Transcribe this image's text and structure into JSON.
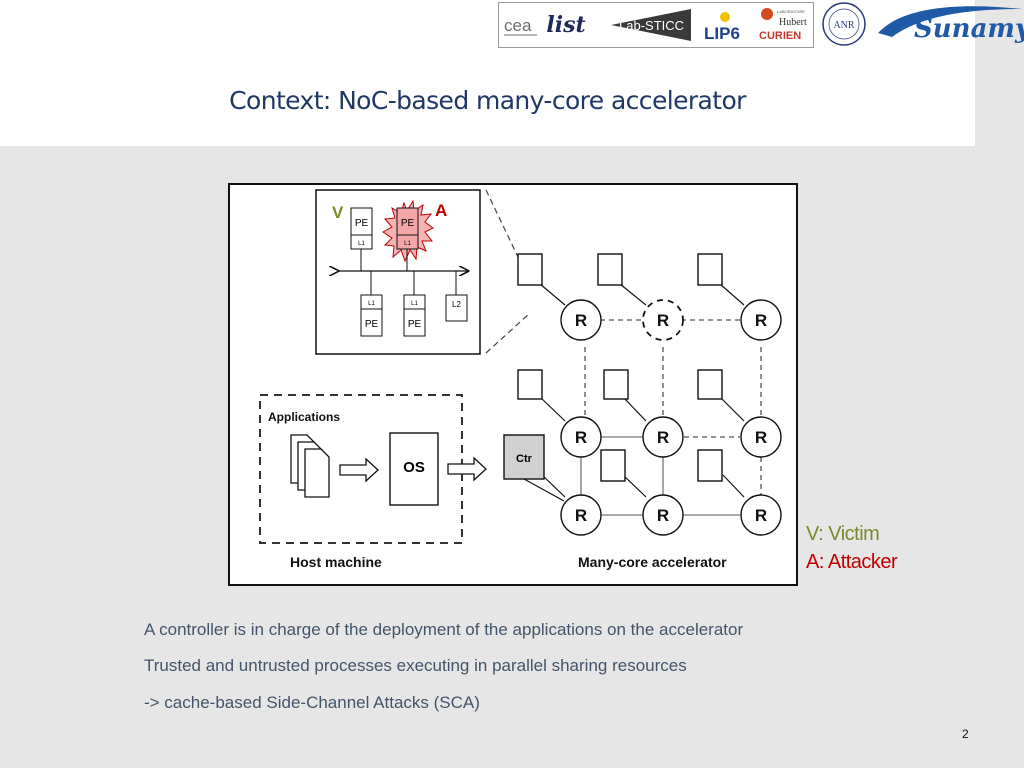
{
  "logos": {
    "cea": "cea",
    "list": "list",
    "labsticc": "Lab-STICC",
    "lip6": "LIP6",
    "curien_lab": "LABORATOIRE",
    "curien_hubert": "Hubert",
    "curien_name": "CURIEN",
    "anr": "ANR",
    "sunamy": "Sunamy"
  },
  "slide": {
    "title": "Context: NoC-based many-core accelerator",
    "bullets": [
      "A controller  is in charge of the deployment of the applications on the accelerator",
      "Trusted and untrusted processes executing in parallel sharing resources",
      "-> cache-based Side-Channel Attacks (SCA)"
    ],
    "page_number": "2"
  },
  "legend": {
    "victim": "V: Victim",
    "attacker": "A: Attacker"
  },
  "diagram": {
    "victim_tag": "V",
    "attacker_tag": "A",
    "pe": "PE",
    "l1": "L1",
    "l2": "L2",
    "router": "R",
    "applications": "Applications",
    "os": "OS",
    "ctr": "Ctr",
    "host_machine": "Host machine",
    "many_core": "Many-core accelerator"
  },
  "colors": {
    "title": "#1f3864",
    "victim": "#7a8a2a",
    "attacker": "#c00000",
    "text": "#44546a"
  }
}
